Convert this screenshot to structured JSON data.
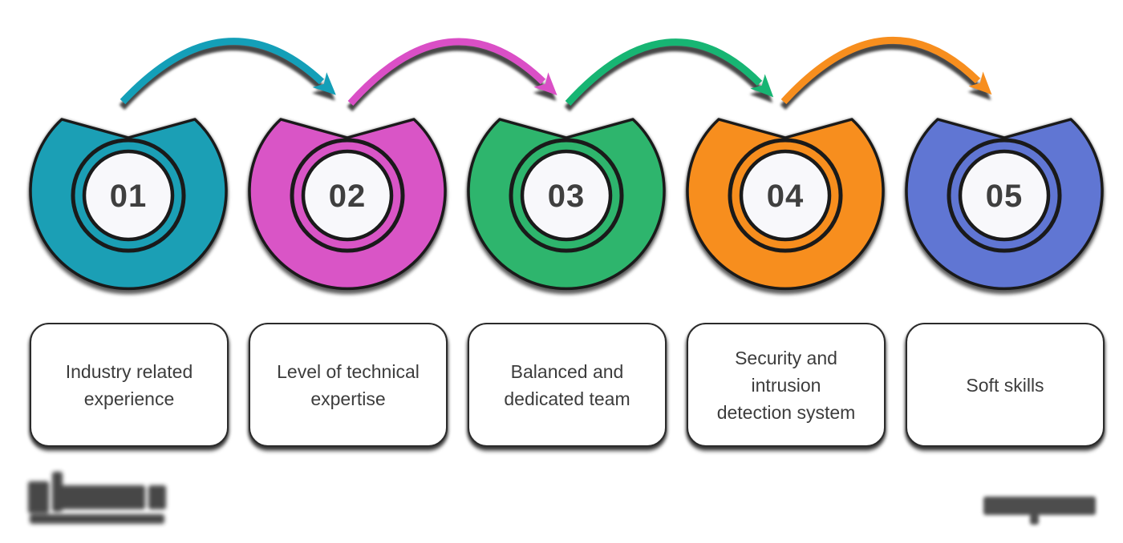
{
  "diagram_type": "5-step process infographic",
  "steps": [
    {
      "number": "01",
      "color": "#1B9FB5",
      "label": "Industry related experience",
      "label_lines": [
        "Industry related",
        "experience"
      ]
    },
    {
      "number": "02",
      "color": "#D955C6",
      "label": "Level of technical expertise",
      "label_lines": [
        "Level of technical",
        "expertise"
      ]
    },
    {
      "number": "03",
      "color": "#2EB56D",
      "label": "Balanced and dedicated team",
      "label_lines": [
        "Balanced and",
        "dedicated team"
      ]
    },
    {
      "number": "04",
      "color": "#F78E1E",
      "label": "Security and intrusion detection system",
      "label_lines": [
        "Security and",
        "intrusion",
        "detection system"
      ]
    },
    {
      "number": "05",
      "color": "#6076D3",
      "label": "Soft skills",
      "label_lines": [
        "Soft skills"
      ]
    }
  ],
  "arrows": [
    {
      "from": "01",
      "to": "02",
      "color": "#149FB8"
    },
    {
      "from": "02",
      "to": "03",
      "color": "#DA4FC6"
    },
    {
      "from": "03",
      "to": "04",
      "color": "#17B573"
    },
    {
      "from": "04",
      "to": "05",
      "color": "#F78E1E"
    }
  ],
  "badge_style": {
    "outline": "#1A1A1A",
    "inner_circle_fill": "#F8F8FB",
    "number_color": "#3F3F3F"
  },
  "card_style": {
    "background": "#FFFFFF",
    "border": "#2B2B2B",
    "text_color": "#3C3C3C"
  },
  "footer": {
    "left_logo": "illegible dark logo mark with tagline",
    "right_mark": "illegible dark wordmark"
  }
}
